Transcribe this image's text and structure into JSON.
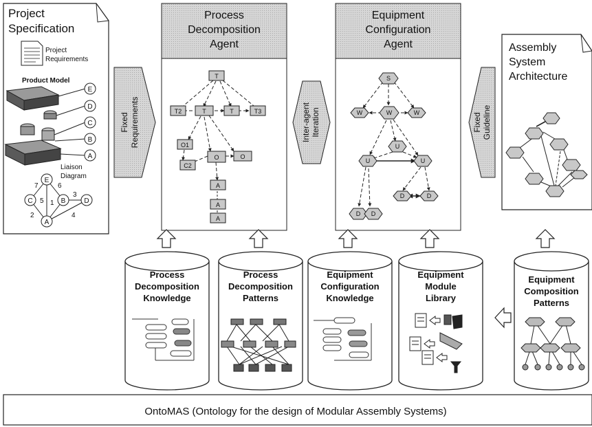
{
  "colors": {
    "hatch": "#cfcfcf",
    "box": "#c8c8c8",
    "line": "#222222",
    "db": "#ffffff"
  },
  "project_spec": {
    "title_line1": "Project",
    "title_line2": "Specification",
    "requirements_line1": "Project",
    "requirements_line2": "Requirements",
    "product_model": "Product Model",
    "liaison_line1": "Liaison",
    "liaison_line2": "Diagram",
    "part_labels": [
      "E",
      "D",
      "C",
      "B",
      "A"
    ],
    "graph_nodes": [
      "E",
      "C",
      "B",
      "D",
      "A"
    ],
    "edge_numbers": [
      "7",
      "6",
      "5",
      "1",
      "3",
      "2",
      "4"
    ]
  },
  "arrows": {
    "fixed_requirements_line1": "Fixed",
    "fixed_requirements_line2": "Requirements",
    "inter_agent_line1": "Inter-agent",
    "inter_agent_line2": "Iteration",
    "fixed_guideline_line1": "Fixed",
    "fixed_guideline_line2": "Guideline"
  },
  "pda": {
    "title_line1": "Process",
    "title_line2": "Decomposition",
    "title_line3": "Agent",
    "nodes": [
      "T",
      "T2",
      "T",
      "T",
      "T3",
      "O1",
      "O",
      "O",
      "C2",
      "A",
      "A",
      "A"
    ]
  },
  "eca": {
    "title_line1": "Equipment",
    "title_line2": "Configuration",
    "title_line3": "Agent",
    "nodes": [
      "S",
      "W",
      "W",
      "W",
      "U",
      "U",
      "U",
      "D",
      "D",
      "D",
      "D"
    ]
  },
  "asa": {
    "title_line1": "Assembly",
    "title_line2": "System",
    "title_line3": "Architecture"
  },
  "databases": [
    {
      "line1": "Process",
      "line2": "Decomposition",
      "line3": "Knowledge"
    },
    {
      "line1": "Process",
      "line2": "Decomposition",
      "line3": "Patterns"
    },
    {
      "line1": "Equipment",
      "line2": "Configuration",
      "line3": "Knowledge"
    },
    {
      "line1": "Equipment",
      "line2": "Module",
      "line3": "Library"
    },
    {
      "line1": "Equipment",
      "line2": "Composition",
      "line3": "Patterns"
    }
  ],
  "ontology_label": "OntoMAS (Ontology for the design of Modular Assembly Systems)"
}
